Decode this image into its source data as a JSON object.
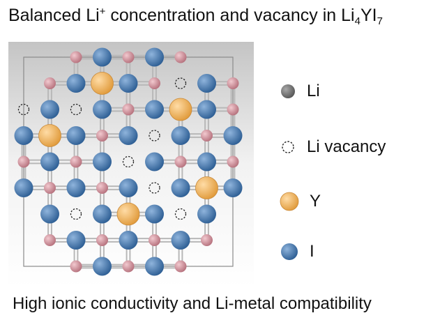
{
  "header": {
    "title_main": "Balanced Li",
    "title_sup": "+",
    "title_mid": " concentration and vacancy in Li",
    "title_sub1": "4",
    "title_y": "YI",
    "title_sub2": "7"
  },
  "legend": {
    "items": [
      {
        "label": "Li",
        "kind": "li",
        "color": "#707070"
      },
      {
        "label": "Li vacancy",
        "kind": "vacancy",
        "color": "#ffffff"
      },
      {
        "label": "Y",
        "kind": "y",
        "color": "#f0b460"
      },
      {
        "label": "I",
        "kind": "i",
        "color": "#3f72aa"
      }
    ]
  },
  "structure": {
    "colors": {
      "li": "#c98590",
      "i": "#3f72aa",
      "y": "#f0b460",
      "bond": "#b8b8b8"
    },
    "cells": [
      "..LILIL..",
      ".LIYILVIL",
      "VIVILIYIL",
      "IYILIVILI",
      "LILIVILIL",
      "ILILIVIYI",
      ".IVIYIVI.",
      ".LILILIL.",
      "..LILIL.."
    ]
  },
  "footer": {
    "caption": "High ionic conductivity and Li-metal compatibility"
  }
}
